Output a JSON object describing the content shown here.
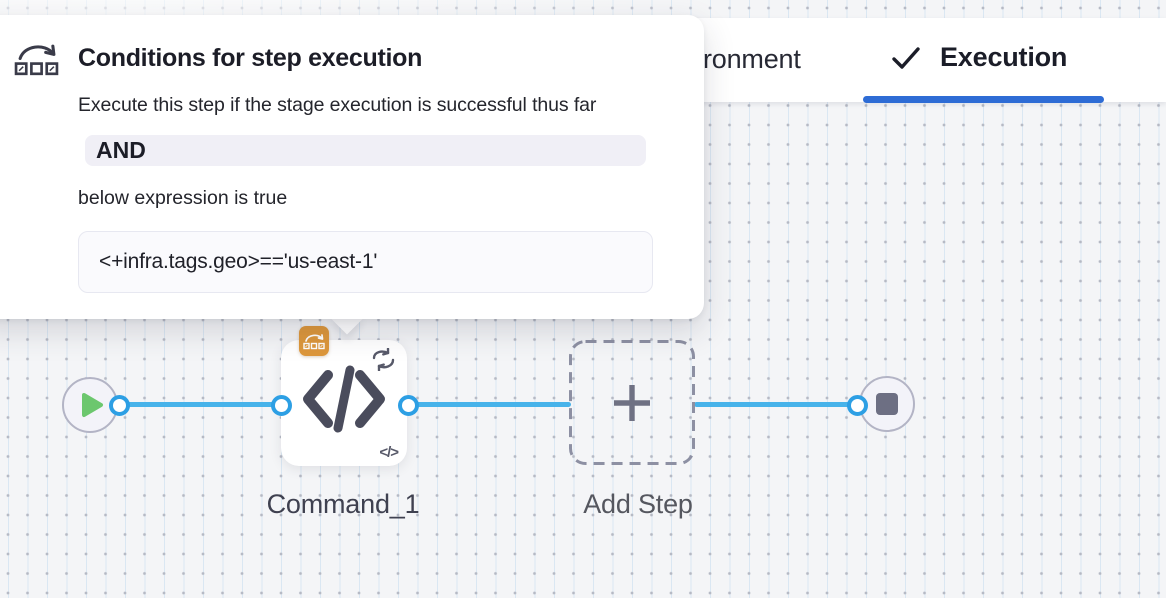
{
  "popover": {
    "title": "Conditions for step execution",
    "description": "Execute this step if the stage execution is successful thus far",
    "operator": "AND",
    "expression_caption": "below expression is true",
    "expression": "<+infra.tags.geo>=='us-east-1'"
  },
  "header_tabs": {
    "environment_partial_label": "ronment",
    "execution_label": "Execution"
  },
  "pipeline": {
    "command_step": {
      "label": "Command_1"
    },
    "add_step": {
      "label": "Add Step"
    }
  },
  "icons": {
    "code_small_glyph": "</>"
  },
  "colors": {
    "connector_blue": "#47b3ea",
    "port_blue": "#2d9fe4",
    "tab_underline_blue": "#2e6cd5",
    "conditional_badge_orange": "#dd973b",
    "play_green": "#6cc76e",
    "end_square_slate": "#6d6f83",
    "code_icon_slate": "#4a4c5c"
  }
}
